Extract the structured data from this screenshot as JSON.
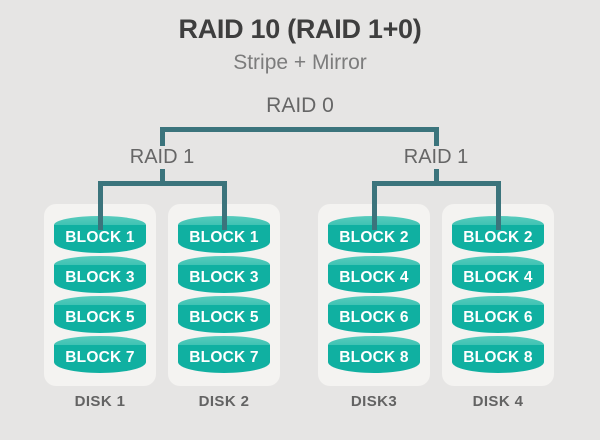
{
  "header": {
    "title": "RAID 10 (RAID 1+0)",
    "subtitle": "Stripe + Mirror"
  },
  "tree": {
    "root_label": "RAID 0",
    "left_group_label": "RAID 1",
    "right_group_label": "RAID 1"
  },
  "disks": [
    {
      "label": "DISK 1",
      "blocks": [
        "BLOCK 1",
        "BLOCK 3",
        "BLOCK 5",
        "BLOCK 7"
      ]
    },
    {
      "label": "DISK 2",
      "blocks": [
        "BLOCK 1",
        "BLOCK 3",
        "BLOCK 5",
        "BLOCK 7"
      ]
    },
    {
      "label": "DISK3",
      "blocks": [
        "BLOCK 2",
        "BLOCK 4",
        "BLOCK 6",
        "BLOCK 8"
      ]
    },
    {
      "label": "DISK 4",
      "blocks": [
        "BLOCK 2",
        "BLOCK 4",
        "BLOCK 6",
        "BLOCK 8"
      ]
    }
  ],
  "colors": {
    "background": "#e6e5e4",
    "panel": "#f4f3f1",
    "connector": "#3b747c",
    "block_body": "#10b0a1",
    "block_cap": "#36bfb0",
    "block_cap_light": "#58cbbd",
    "title_text": "#3e3e3e",
    "muted_text": "#666666",
    "disk_text": "#636363",
    "block_text": "#ffffff"
  }
}
